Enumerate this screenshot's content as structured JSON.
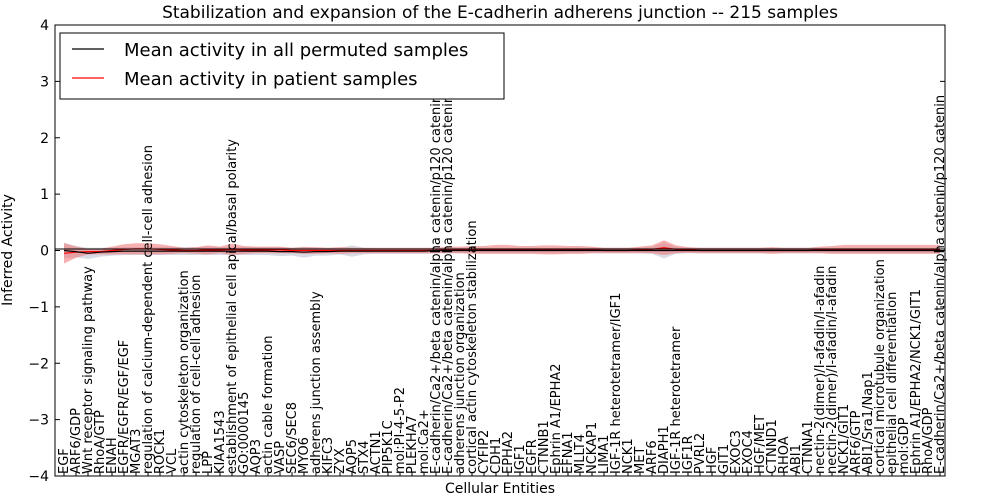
{
  "chart_data": {
    "type": "line",
    "title": "Stabilization and expansion of the E-cadherin adherens junction -- 215 samples",
    "xlabel": "Cellular Entities",
    "ylabel": "Inferred Activity",
    "ylim": [
      -4,
      4
    ],
    "yticks": [
      -4,
      -3,
      -2,
      -1,
      0,
      1,
      2,
      3,
      4
    ],
    "grid": false,
    "legend_position": "top-left",
    "categories": [
      "EGF",
      "ARF6/GDP",
      "Wnt receptor signaling pathway",
      "RhoA/GTP",
      "ENAH",
      "EGFR/EGFR/EGF/EGF",
      "MGAT3",
      "regulation of calcium-dependent cell-cell adhesion",
      "ROCK1",
      "VCL",
      "actin cytoskeleton organization",
      "regulation of cell-cell adhesion",
      "LPP",
      "KIAA1543",
      "establishment of epithelial cell apical/basal polarity",
      "GO:0000145",
      "AQP3",
      "actin cable formation",
      "VASP",
      "SEC6/SEC8",
      "MYO6",
      "adherens junction assembly",
      "KIFC3",
      "ZYX",
      "AQP5",
      "STX4",
      "ACTN1",
      "PIP5K1C",
      "mol:PI-4-5-P2",
      "PLEKHA7",
      "mol:Ca2+",
      "E-cadherin/Ca2+/beta catenin/alpha catenin/p120 catenin/Nectin",
      "E-cadherin/Ca2+/beta catenin/alpha catenin/p120 catenin/Nectin",
      "adherens junction organization",
      "cortical actin cytoskeleton stabilization",
      "CYFIP2",
      "CDH1",
      "EPHA2",
      "IGF1",
      "EGFR",
      "CTNNB1",
      "Ephrin A1/EPHA2",
      "EFNA1",
      "MLLT4",
      "NCKAP1",
      "LIMA1",
      "IGF-1R heterotetramer/IGF1",
      "NCK1",
      "MET",
      "ARF6",
      "DIAPH1",
      "IGF-1R heterotetramer",
      "IGF1R",
      "PVRL2",
      "HGF",
      "GIT1",
      "EXOC3",
      "EXOC4",
      "HGF/MET",
      "CTNND1",
      "RHOA",
      "ABI1",
      "CTNNA1",
      "nectin-2(dimer)/I-afadin/I-afadin",
      "nectin-2(dimer)/I-afadin/I-afadin",
      "NCK1/GIT1",
      "ARF6/GTP",
      "ABI1/Sra1/Nap1",
      "cortical microtubule organization",
      "epithelial cell differentiation",
      "mol:GDP",
      "Ephrin A1/EPHA2/NCK1/GIT1",
      "RhoA/GDP",
      "E-cadherin/Ca2+/beta catenin/alpha catenin/p120 catenin"
    ],
    "series": [
      {
        "name": "Mean activity in all permuted samples",
        "color": "#000000",
        "band_color": "#a9b0c4",
        "values": [
          0.0,
          -0.02,
          -0.05,
          -0.03,
          -0.02,
          -0.01,
          -0.01,
          -0.01,
          -0.01,
          -0.01,
          -0.01,
          -0.01,
          -0.01,
          -0.01,
          -0.01,
          -0.01,
          -0.01,
          -0.01,
          -0.02,
          -0.02,
          -0.03,
          -0.02,
          -0.02,
          -0.01,
          -0.01,
          -0.01,
          -0.01,
          -0.01,
          -0.01,
          -0.01,
          -0.01,
          0.0,
          0.0,
          0.0,
          0.0,
          0.0,
          0.0,
          0.0,
          0.0,
          0.0,
          0.0,
          0.0,
          0.0,
          0.0,
          0.0,
          0.0,
          0.0,
          0.0,
          0.0,
          0.0,
          0.0,
          0.0,
          0.0,
          0.0,
          0.0,
          0.0,
          0.0,
          0.0,
          0.0,
          0.0,
          0.0,
          0.0,
          0.0,
          0.0,
          0.0,
          0.0,
          0.0,
          0.0,
          0.0,
          0.0,
          0.0,
          0.0,
          0.0,
          0.0
        ],
        "spread": [
          0.14,
          0.1,
          0.1,
          0.08,
          0.07,
          0.07,
          0.07,
          0.07,
          0.07,
          0.07,
          0.07,
          0.07,
          0.07,
          0.07,
          0.07,
          0.07,
          0.07,
          0.07,
          0.08,
          0.07,
          0.1,
          0.07,
          0.07,
          0.06,
          0.1,
          0.06,
          0.05,
          0.05,
          0.05,
          0.05,
          0.05,
          0.05,
          0.05,
          0.05,
          0.05,
          0.05,
          0.05,
          0.05,
          0.05,
          0.05,
          0.05,
          0.05,
          0.05,
          0.05,
          0.05,
          0.05,
          0.05,
          0.05,
          0.05,
          0.06,
          0.14,
          0.06,
          0.05,
          0.05,
          0.05,
          0.05,
          0.05,
          0.05,
          0.05,
          0.05,
          0.05,
          0.05,
          0.05,
          0.05,
          0.05,
          0.05,
          0.05,
          0.05,
          0.05,
          0.05,
          0.05,
          0.05,
          0.05,
          0.05
        ]
      },
      {
        "name": "Mean activity in patient samples",
        "color": "#ff0000",
        "band_color": "#f07070",
        "values": [
          -0.05,
          -0.03,
          -0.02,
          -0.02,
          0.0,
          0.02,
          0.03,
          0.03,
          0.02,
          0.01,
          0.0,
          0.0,
          0.01,
          0.01,
          0.02,
          0.01,
          0.01,
          0.01,
          0.01,
          0.0,
          0.0,
          0.0,
          0.0,
          0.0,
          0.0,
          0.0,
          0.0,
          0.0,
          0.0,
          0.0,
          0.0,
          0.0,
          0.01,
          0.01,
          0.01,
          0.01,
          0.02,
          0.02,
          0.01,
          0.01,
          0.01,
          0.01,
          0.01,
          0.01,
          0.01,
          0.0,
          0.0,
          0.0,
          0.01,
          0.02,
          0.05,
          0.02,
          0.01,
          0.0,
          0.0,
          0.0,
          0.0,
          0.0,
          0.0,
          0.0,
          0.0,
          0.0,
          0.0,
          0.01,
          0.01,
          0.02,
          0.02,
          0.02,
          0.02,
          0.02,
          0.02,
          0.02,
          0.02,
          0.02
        ],
        "spread": [
          0.18,
          0.1,
          0.05,
          0.05,
          0.07,
          0.09,
          0.1,
          0.1,
          0.09,
          0.07,
          0.05,
          0.06,
          0.08,
          0.06,
          0.1,
          0.07,
          0.06,
          0.06,
          0.06,
          0.05,
          0.06,
          0.06,
          0.05,
          0.06,
          0.05,
          0.05,
          0.05,
          0.05,
          0.05,
          0.05,
          0.05,
          0.05,
          0.06,
          0.06,
          0.07,
          0.07,
          0.08,
          0.08,
          0.07,
          0.07,
          0.08,
          0.08,
          0.07,
          0.07,
          0.06,
          0.05,
          0.05,
          0.05,
          0.06,
          0.07,
          0.13,
          0.07,
          0.05,
          0.05,
          0.05,
          0.05,
          0.05,
          0.05,
          0.05,
          0.06,
          0.05,
          0.05,
          0.05,
          0.06,
          0.07,
          0.08,
          0.08,
          0.08,
          0.08,
          0.08,
          0.08,
          0.08,
          0.08,
          0.08
        ]
      }
    ]
  }
}
